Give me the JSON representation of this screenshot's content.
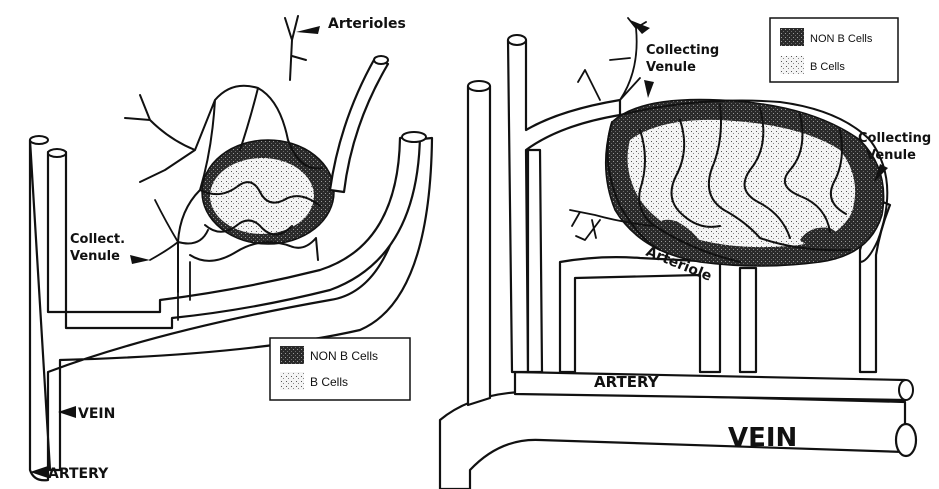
{
  "left_panel": {
    "labels": {
      "arterioles": "Arterioles",
      "collect_venule_line1": "Collect.",
      "collect_venule_line2": "Venule",
      "vein": "VEIN",
      "artery": "ARTERY"
    },
    "legend": [
      {
        "label": "NON B Cells",
        "pattern": "dense"
      },
      {
        "label": "B Cells",
        "pattern": "sparse"
      }
    ]
  },
  "right_panel": {
    "labels": {
      "collecting_venule_top_line1": "Collecting",
      "collecting_venule_top_line2": "Venule",
      "collecting_venule_right_line1": "Collecting",
      "collecting_venule_right_line2": "Venule",
      "arteriole": "Arteriole",
      "artery": "ARTERY",
      "vein": "VEIN"
    },
    "legend": [
      {
        "label": "NON B Cells",
        "pattern": "dense"
      },
      {
        "label": "B Cells",
        "pattern": "sparse"
      }
    ]
  },
  "colors": {
    "ink": "#111111",
    "background": "#ffffff"
  }
}
